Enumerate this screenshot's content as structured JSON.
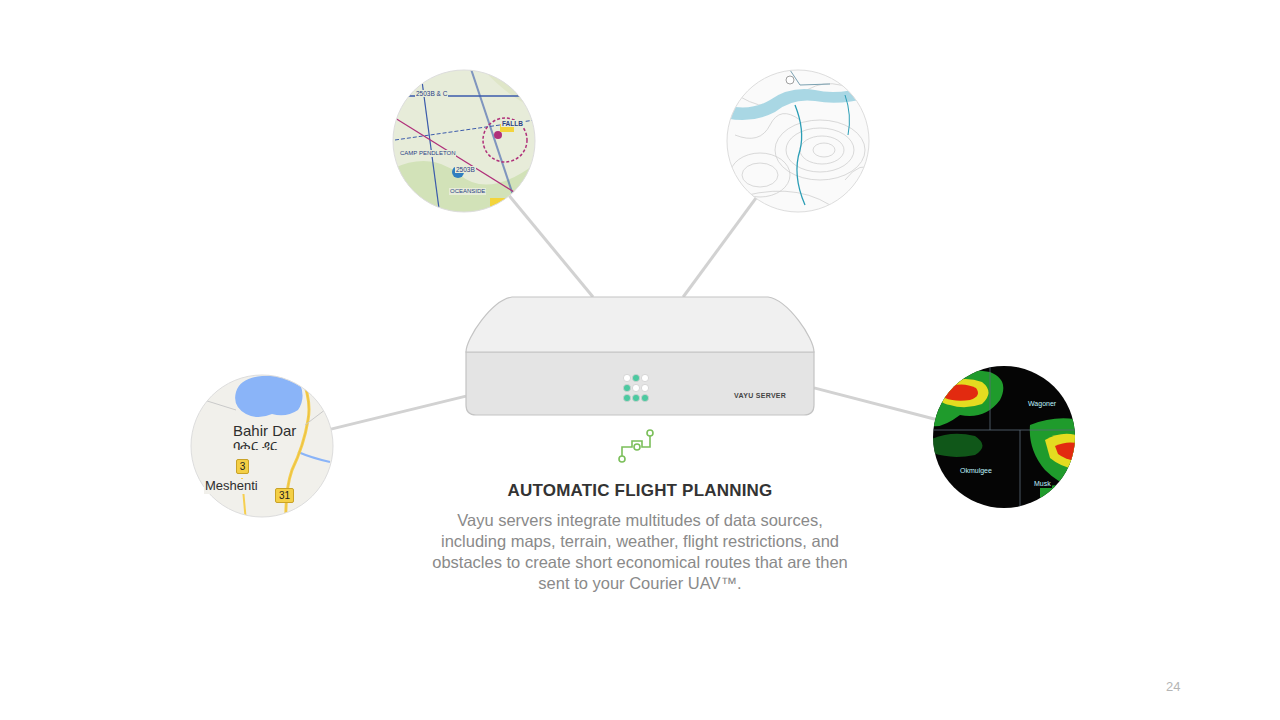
{
  "diagram": {
    "title": "AUTOMATIC FLIGHT PLANNING",
    "caption": "Vayu servers integrate multitudes of data sources, including maps, terrain, weather, flight restrictions, and obstacles to create short economical routes that are then sent to your Courier UAV™.",
    "nodes": [
      {
        "text": [
          "2503B & C",
          "FALLB",
          "CAMP PENDLETON",
          "2503B",
          "OCEANSIDE"
        ]
      },
      {},
      {
        "text": [
          "VAYU SERVER"
        ]
      },
      {
        "text": [
          "Bahir Dar",
          "ባሕር ዳር",
          "Meshenti"
        ]
      },
      {
        "text": [
          "3"
        ],
        "in": 3
      },
      {
        "text": [
          "31"
        ],
        "in": 3
      },
      {
        "text": [
          "Wagoner",
          "Okmulgee",
          "Musk"
        ]
      }
    ],
    "edges": [
      {
        "from": 0,
        "to": 2,
        "arrow": "none"
      },
      {
        "from": 1,
        "to": 2,
        "arrow": "none"
      },
      {
        "from": 3,
        "to": 2,
        "arrow": "none"
      },
      {
        "from": 6,
        "to": 2,
        "arrow": "none"
      }
    ],
    "labels": [
      "24"
    ]
  }
}
